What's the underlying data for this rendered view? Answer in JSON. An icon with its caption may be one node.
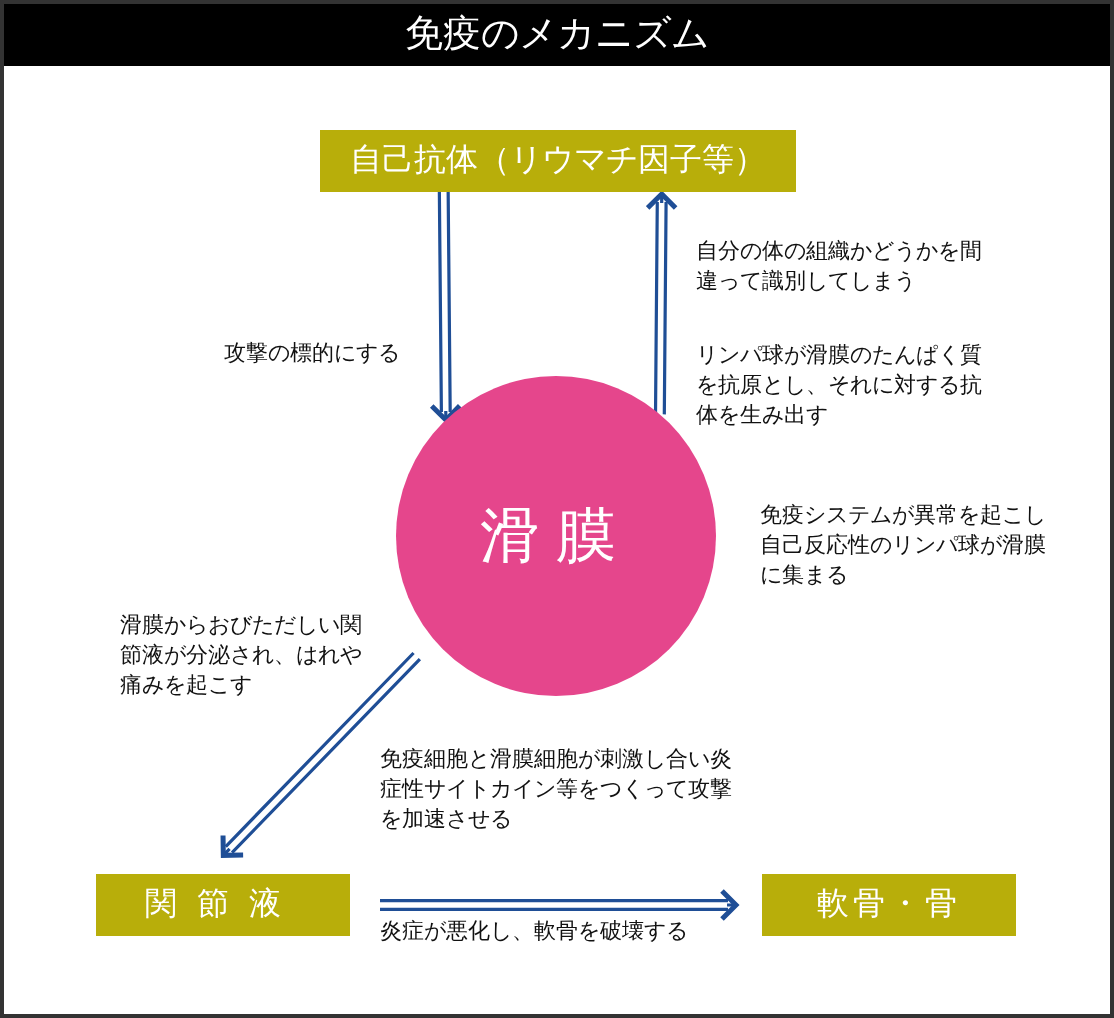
{
  "diagram": {
    "title": "免疫のメカニズム",
    "nodes": [
      {
        "text": [
          "自己抗体（リウマチ因子等）"
        ]
      },
      {
        "text": [
          "滑膜"
        ],
        "beside": [
          "免疫システムが異常を起こし自己反応性のリンパ球が滑膜に集まる"
        ]
      },
      {
        "text": [
          "関節液"
        ]
      },
      {
        "text": [
          "軟骨・骨"
        ]
      }
    ],
    "edges": [
      {
        "from": 0,
        "to": 1,
        "arrow": "to",
        "label": "攻撃の標的にする"
      },
      {
        "from": 1,
        "to": 0,
        "arrow": "to"
      },
      {
        "from": 1,
        "to": 2,
        "arrow": "to",
        "label": "滑膜からおびただしい関節液が分泌され、はれや痛みを起こす"
      },
      {
        "from": 2,
        "to": 3,
        "arrow": "to",
        "label": "炎症が悪化し、軟骨を破壊する"
      }
    ],
    "labels": [
      "自分の体の組織かどうかを間違って識別してしまう",
      "リンパ球が滑膜のたんぱく質を抗原とし、それに対する抗体を生み出す",
      "免疫細胞と滑膜細胞が刺激し合い炎症性サイトカイン等をつくって攻撃を加速させる"
    ]
  }
}
